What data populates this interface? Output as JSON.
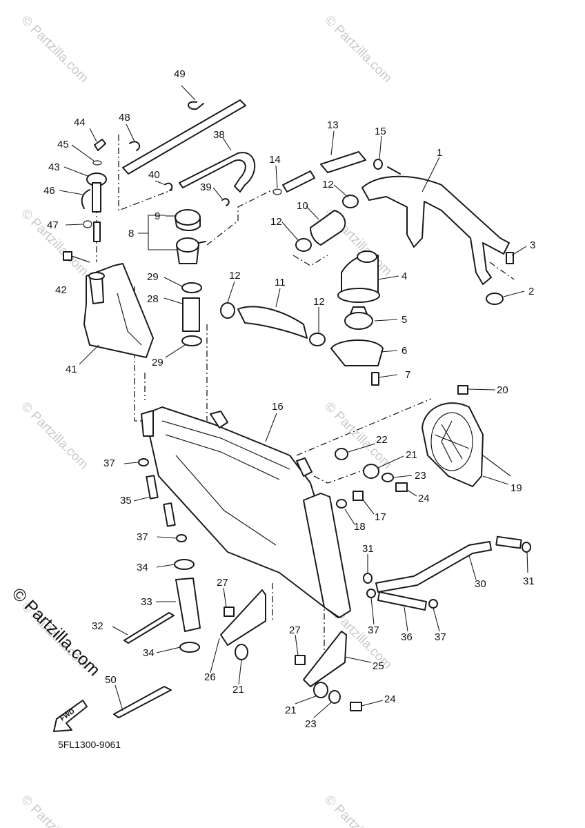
{
  "watermark": "© Partzilla.com",
  "brand_text": "© Partzilla.com",
  "diagram_code": "5FL1300-9061",
  "fwd_label": "FWD",
  "callouts": [
    "1",
    "2",
    "3",
    "4",
    "5",
    "6",
    "7",
    "8",
    "9",
    "10",
    "11",
    "12",
    "13",
    "14",
    "15",
    "16",
    "17",
    "18",
    "19",
    "20",
    "21",
    "22",
    "23",
    "24",
    "25",
    "26",
    "27",
    "28",
    "29",
    "30",
    "31",
    "32",
    "33",
    "34",
    "35",
    "36",
    "37",
    "38",
    "39",
    "40",
    "41",
    "42",
    "43",
    "44",
    "45",
    "46",
    "47",
    "48",
    "49",
    "50"
  ]
}
